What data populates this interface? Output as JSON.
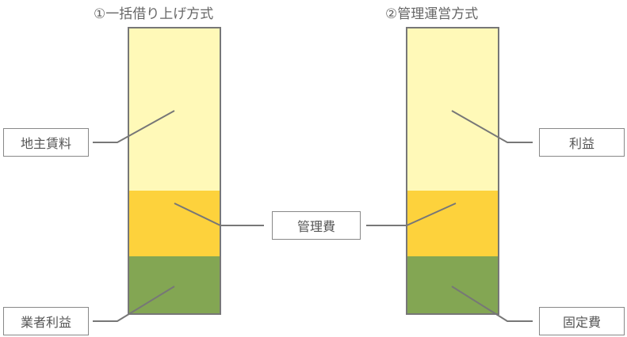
{
  "titles": {
    "left": "①一括借り上げ方式",
    "right": "②管理運営方式"
  },
  "labels": {
    "land_rent": "地主賃料",
    "operator_profit": "業者利益",
    "management_fee": "管理費",
    "profit": "利益",
    "fixed_cost": "固定費"
  },
  "colors": {
    "light_yellow": "#fff9b8",
    "gold": "#fdd23c",
    "green": "#83a653",
    "stroke": "#777777"
  }
}
